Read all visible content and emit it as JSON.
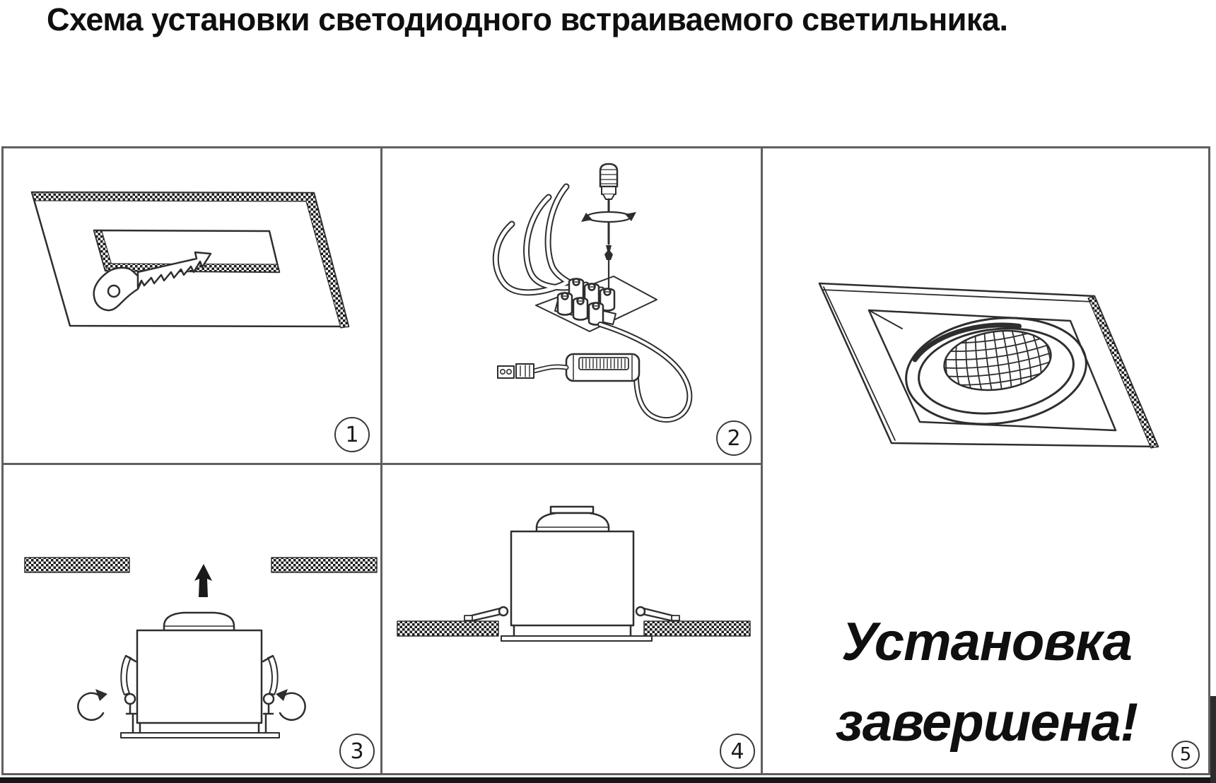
{
  "title": "Схема установки светодиодного встраиваемого светильника.",
  "steps": [
    {
      "number": "1"
    },
    {
      "number": "2"
    },
    {
      "number": "3"
    },
    {
      "number": "4"
    },
    {
      "number": "5"
    }
  ],
  "completion": {
    "line1": "Установка",
    "line2": "завершена!"
  },
  "colors": {
    "line": "#2e2e2e",
    "grid_border": "#5f5f5f",
    "background": "#ffffff",
    "bottom_band": "#161616",
    "text": "#0f0f0f"
  }
}
